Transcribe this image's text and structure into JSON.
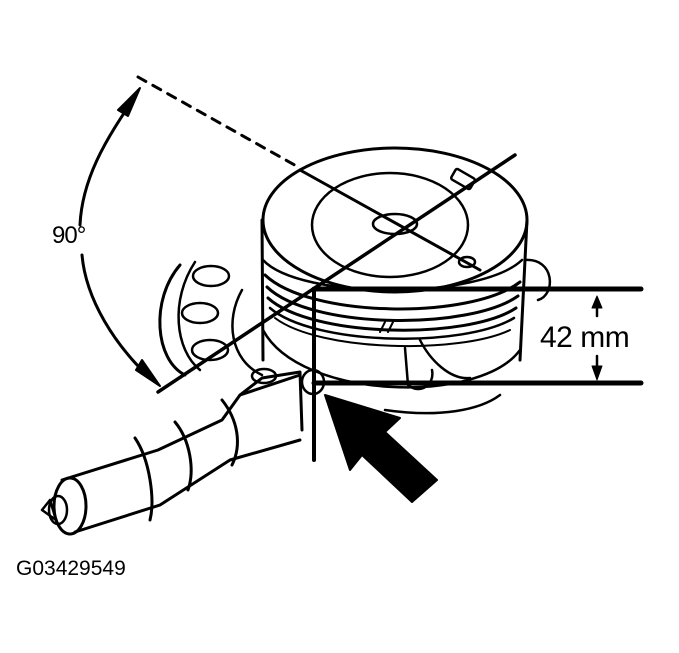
{
  "diagram": {
    "subject": "Piston diameter measurement with micrometer",
    "labels": {
      "angle": "90°",
      "dimension": "42 mm",
      "figure_id": "G03429549"
    },
    "colors": {
      "line": "#000000",
      "background": "#ffffff"
    },
    "elements": [
      "piston",
      "piston-rings",
      "piston-pin-boss",
      "micrometer",
      "measurement-point-arrow",
      "angle-arc-90",
      "dimension-lines-42mm"
    ]
  }
}
